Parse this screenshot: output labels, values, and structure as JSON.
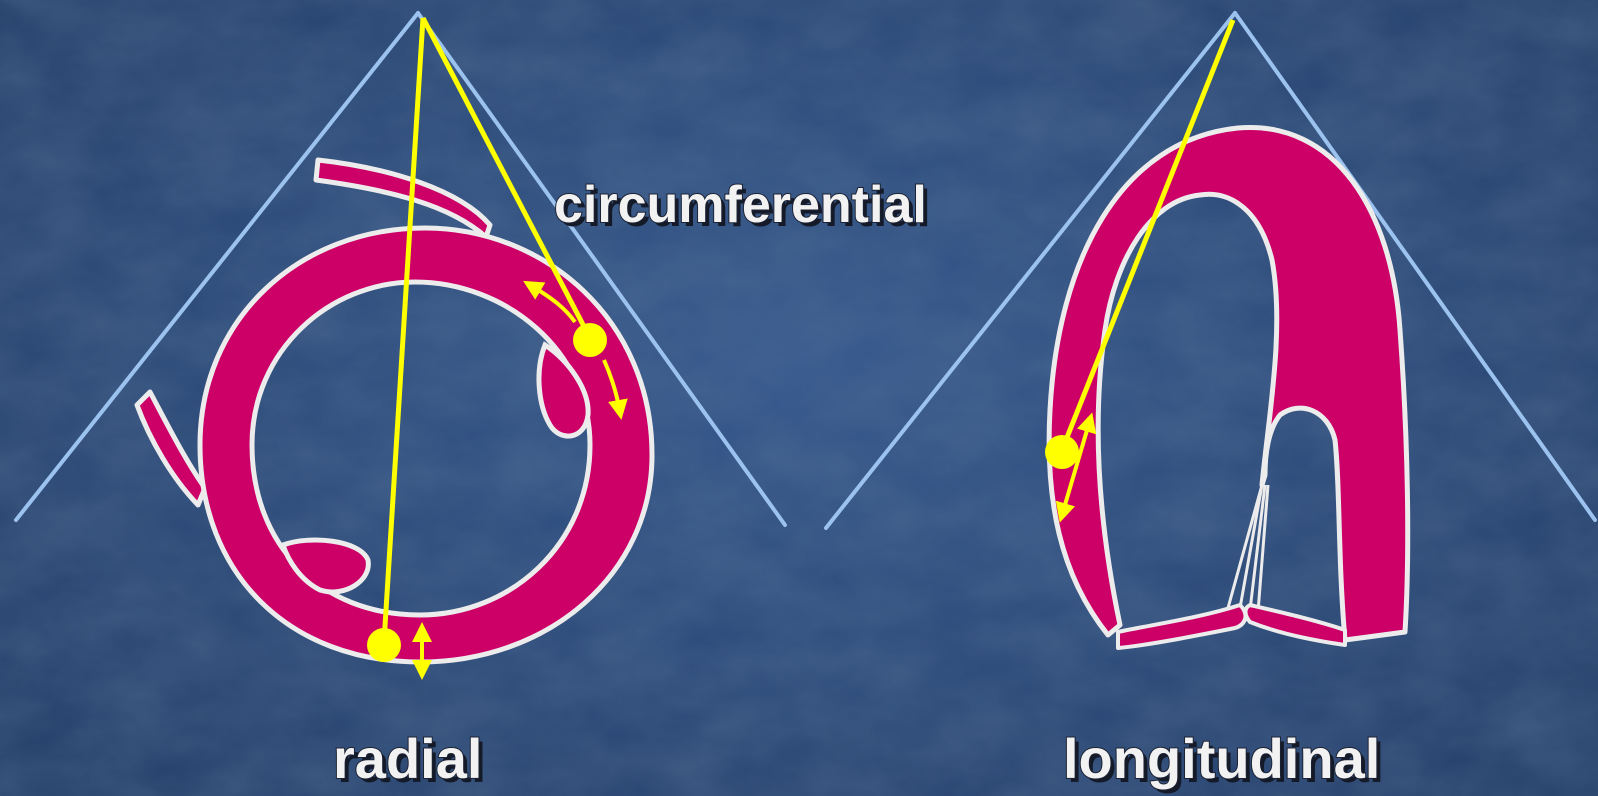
{
  "labels": {
    "circumferential": "circumferential",
    "radial": "radial",
    "longitudinal": "longitudinal"
  },
  "colors": {
    "background": "#2b4a78",
    "myocardium": "#cc0066",
    "outline": "#ececec",
    "beam": "#ffff00",
    "sector": "#9cc3ef"
  }
}
